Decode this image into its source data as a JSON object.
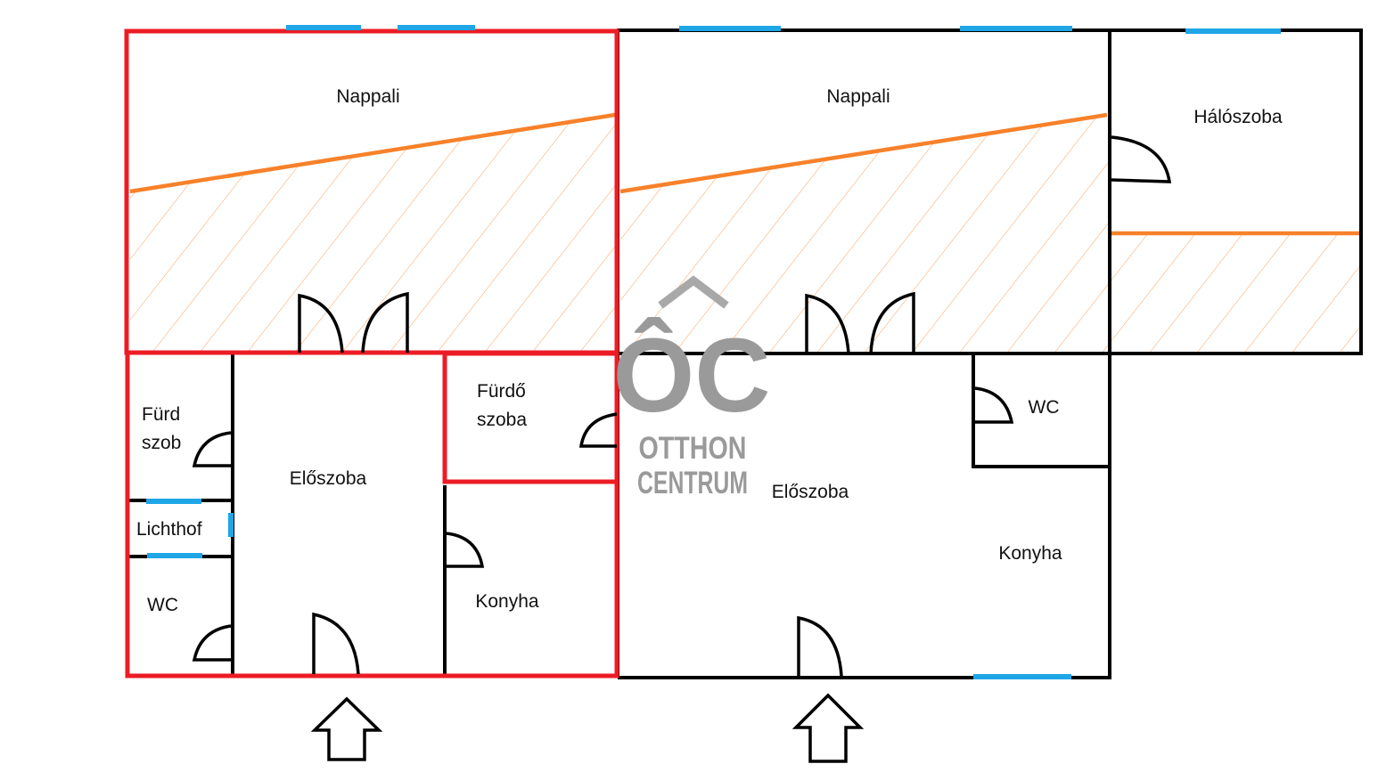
{
  "rooms": {
    "nappali_left": "Nappali",
    "nappali_right": "Nappali",
    "haloszoba": "Hálószoba",
    "furd_left_line1": "Fürd",
    "furd_left_line2": "szob",
    "lichthof": "Lichthof",
    "wc_left": "WC",
    "eloszoba_left": "Előszoba",
    "furdo_mid_line1": "Fürdő",
    "furdo_mid_line2": "szoba",
    "konyha_mid": "Konyha",
    "eloszoba_right": "Előszoba",
    "wc_right": "WC",
    "konyha_right": "Konyha"
  },
  "watermark": {
    "logo_letters": "ÔC",
    "line1": "OTTHON",
    "line2": "CENTRUM"
  },
  "colors": {
    "wall": "#000000",
    "highlight": "#ec1c24",
    "window": "#1ea6e6",
    "terrace": "#f7812a",
    "watermark": "#9a9a9a"
  }
}
